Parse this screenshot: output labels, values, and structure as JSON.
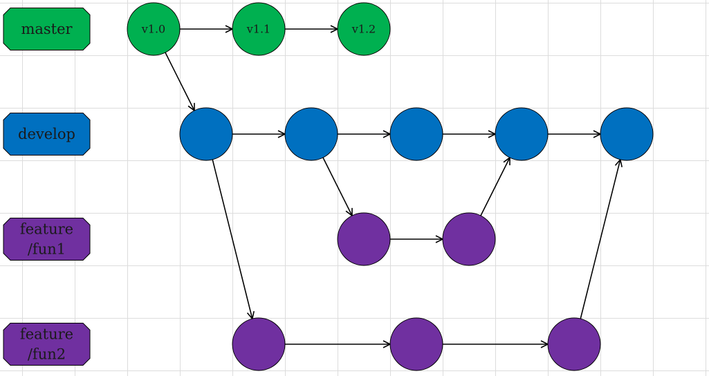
{
  "colors": {
    "master": "#00b050",
    "develop": "#0070c0",
    "feature": "#7030a0",
    "edge": "#000000"
  },
  "branches": [
    {
      "id": "master",
      "lines": [
        "master"
      ],
      "color_key": "master"
    },
    {
      "id": "develop",
      "lines": [
        "develop"
      ],
      "color_key": "develop"
    },
    {
      "id": "feature-fun1",
      "lines": [
        "feature",
        "/fun1"
      ],
      "color_key": "feature"
    },
    {
      "id": "feature-fun2",
      "lines": [
        "feature",
        "/fun2"
      ],
      "color_key": "feature"
    }
  ],
  "commits": [
    {
      "id": "m1",
      "branch": "master",
      "label": "v1.0"
    },
    {
      "id": "m2",
      "branch": "master",
      "label": "v1.1"
    },
    {
      "id": "m3",
      "branch": "master",
      "label": "v1.2"
    },
    {
      "id": "d1",
      "branch": "develop",
      "label": ""
    },
    {
      "id": "d2",
      "branch": "develop",
      "label": ""
    },
    {
      "id": "d3",
      "branch": "develop",
      "label": ""
    },
    {
      "id": "d4",
      "branch": "develop",
      "label": ""
    },
    {
      "id": "d5",
      "branch": "develop",
      "label": ""
    },
    {
      "id": "f1a",
      "branch": "feature-fun1",
      "label": ""
    },
    {
      "id": "f1b",
      "branch": "feature-fun1",
      "label": ""
    },
    {
      "id": "f2a",
      "branch": "feature-fun2",
      "label": ""
    },
    {
      "id": "f2b",
      "branch": "feature-fun2",
      "label": ""
    },
    {
      "id": "f2c",
      "branch": "feature-fun2",
      "label": ""
    }
  ],
  "edges": [
    [
      "m1",
      "m2"
    ],
    [
      "m2",
      "m3"
    ],
    [
      "m1",
      "d1"
    ],
    [
      "d1",
      "d2"
    ],
    [
      "d2",
      "d3"
    ],
    [
      "d3",
      "d4"
    ],
    [
      "d4",
      "d5"
    ],
    [
      "d2",
      "f1a"
    ],
    [
      "f1a",
      "f1b"
    ],
    [
      "f1b",
      "d4"
    ],
    [
      "d1",
      "f2a"
    ],
    [
      "f2a",
      "f2b"
    ],
    [
      "f2b",
      "f2c"
    ],
    [
      "f2c",
      "d5"
    ]
  ]
}
